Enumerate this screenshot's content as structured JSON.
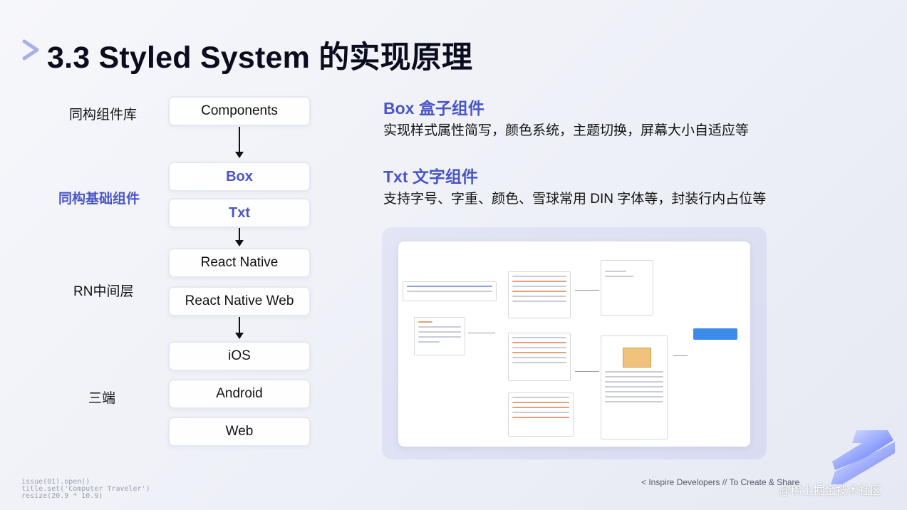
{
  "title": "3.3 Styled System 的实现原理",
  "left_labels": {
    "lib": "同构组件库",
    "base": "同构基础组件",
    "rn_layer": "RN中间层",
    "ends": "三端"
  },
  "nodes": {
    "components": "Components",
    "box": "Box",
    "txt": "Txt",
    "react_native": "React Native",
    "react_native_web": "React Native Web",
    "ios": "iOS",
    "android": "Android",
    "web": "Web"
  },
  "box_section": {
    "title": "Box 盒子组件",
    "desc": "实现样式属性简写，颜色系统，主题切换，屏幕大小自适应等"
  },
  "txt_section": {
    "title": "Txt 文字组件",
    "desc": "支持字号、字重、颜色、雪球常用 DIN 字体等，封装行内占位等"
  },
  "code_snippet": "issue(01).open()\ntitle.set('Computer Traveler')\nresize(20.9 * 10.9)",
  "footer": "< Inspire Developers  //  To Create & Share",
  "watermark": "@稀土掘金技术社区",
  "colors": {
    "accent": "#4a55c9",
    "title": "#0b0d1f",
    "chevron": "#a9b0e6"
  }
}
